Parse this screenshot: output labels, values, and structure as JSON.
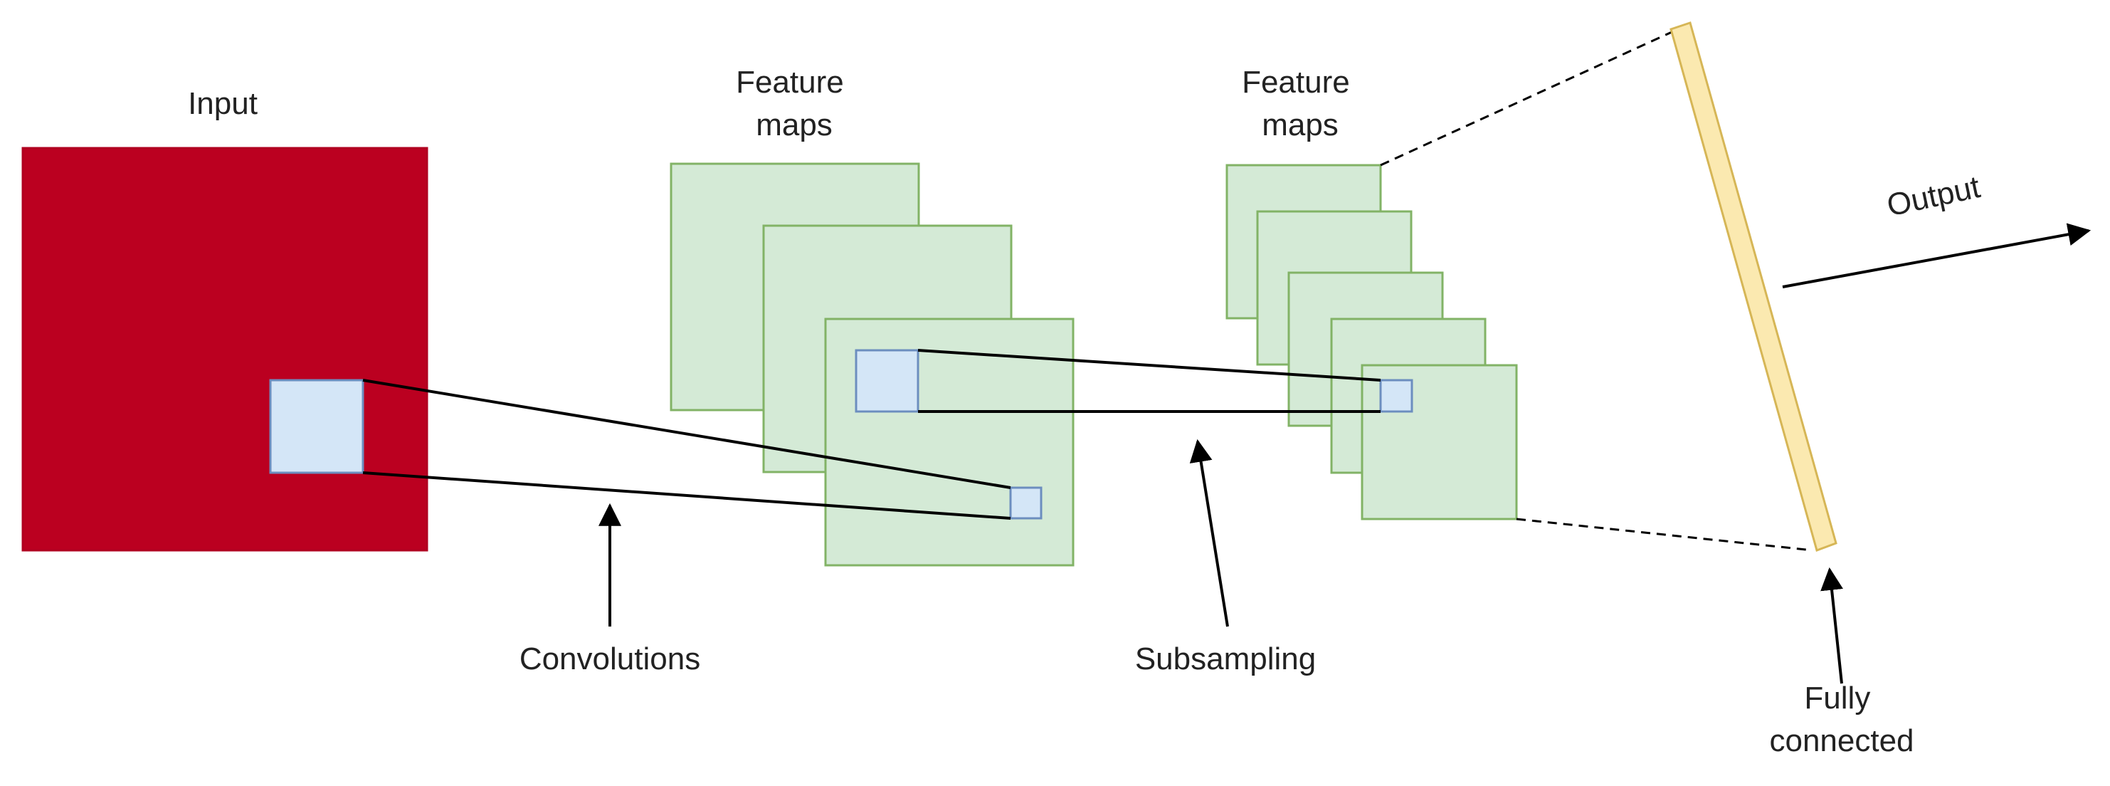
{
  "labels": {
    "input": "Input",
    "feature_maps_1": [
      "Feature",
      "maps"
    ],
    "feature_maps_2": [
      "Feature",
      "maps"
    ],
    "output": "Output",
    "convolutions": "Convolutions",
    "subsampling": "Subsampling",
    "fully_connected": [
      "Fully",
      "connected"
    ]
  },
  "colors": {
    "input_fill": "#bb0020",
    "input_stroke": "#b00020",
    "feature_fill": "#d4ead6",
    "feature_stroke": "#82b366",
    "patch_fill": "#d4e6f7",
    "patch_stroke": "#6c8ebf",
    "fc_fill": "#fbe9b0",
    "fc_stroke": "#d6b656",
    "line": "#000000"
  }
}
